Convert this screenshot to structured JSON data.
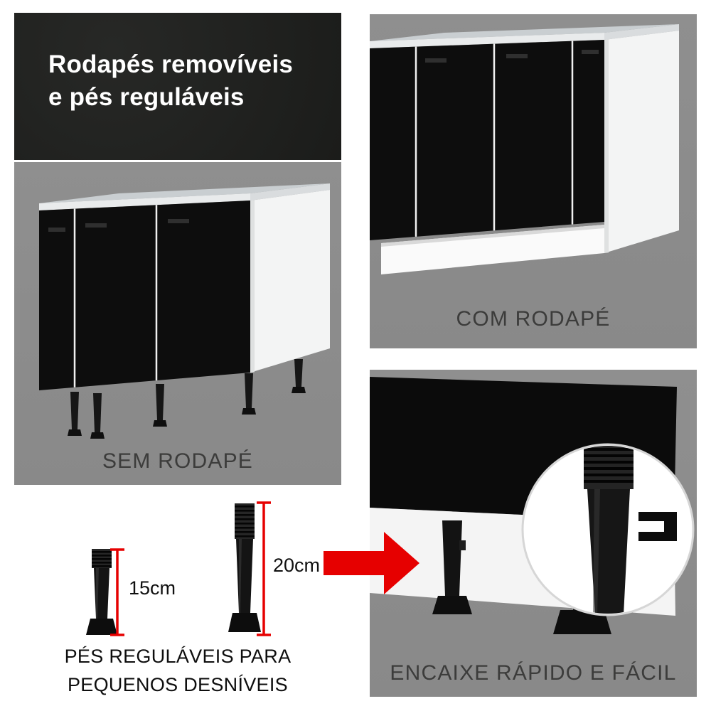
{
  "header": {
    "line1": "Rodapés removíveis",
    "line2": "e pés reguláveis"
  },
  "panels": {
    "sem_rodape": {
      "label": "SEM RODAPÉ"
    },
    "com_rodape": {
      "label": "COM RODAPÉ"
    },
    "encaixe": {
      "label": "ENCAIXE RÁPIDO E FÁCIL"
    }
  },
  "measurements": {
    "small_foot": "15cm",
    "large_foot": "20cm",
    "caption_line1": "PÉS REGULÁVEIS PARA",
    "caption_line2": "PEQUENOS DESNÍVEIS"
  },
  "colors": {
    "accent_red": "#e60000",
    "panel_gray": "#8b8b8b",
    "header_bg": "#1f201e",
    "label_text": "#3c3c3b"
  }
}
